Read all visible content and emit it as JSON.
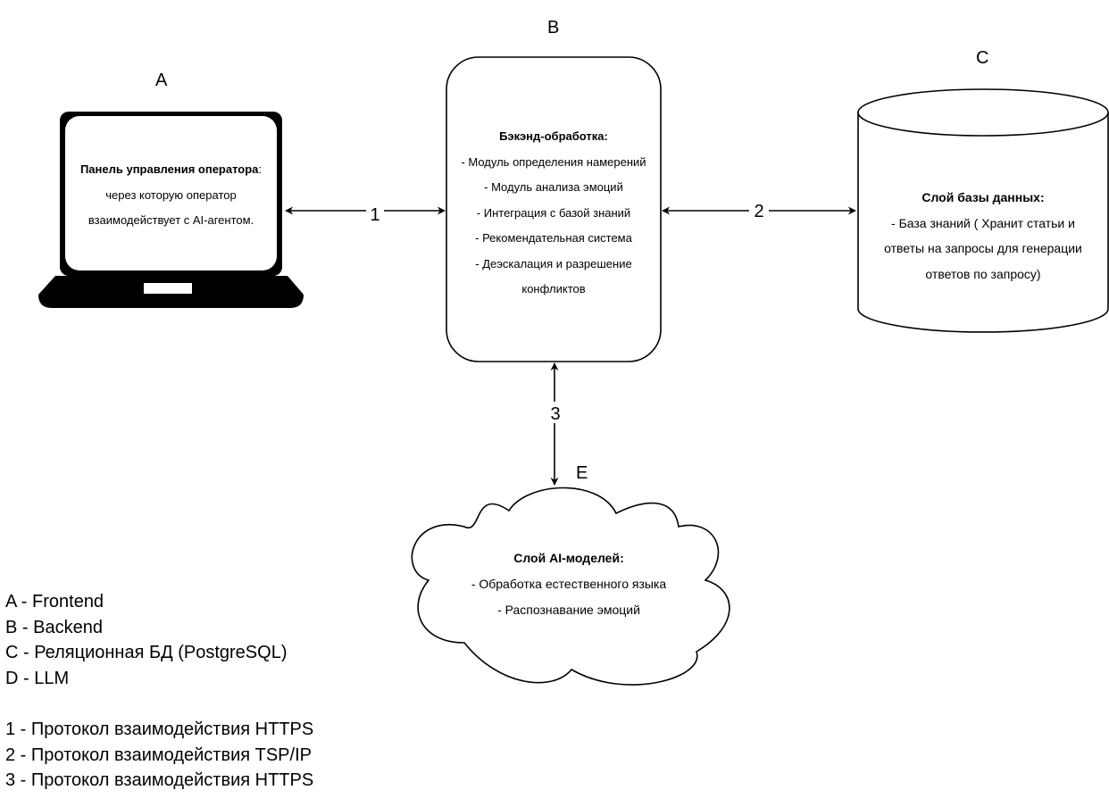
{
  "nodes": {
    "a": {
      "letter": "A",
      "title": "Панель управления оператора",
      "title_suffix": ":",
      "lines": [
        "через которую оператор",
        "взаимодействует с AI-агентом."
      ]
    },
    "b": {
      "letter": "B",
      "title": "Бэкэнд-обработка:",
      "lines": [
        "- Модуль определения намерений",
        "- Модуль анализа эмоций",
        "- Интеграция с базой знаний",
        "-  Рекомендательная система",
        "- Деэскалация и разрешение",
        "конфликтов"
      ]
    },
    "c": {
      "letter": "C",
      "title": "Слой базы данных:",
      "lines": [
        "- База знаний ( Хранит статьи и",
        "ответы на запросы для генерации",
        "ответов по запросу)"
      ]
    },
    "e": {
      "letter": "E",
      "title": "Слой AI-моделей:",
      "lines": [
        "- Обработка естественного языка",
        "- Распознавание эмоций"
      ]
    }
  },
  "edges": {
    "ab": {
      "label": "1"
    },
    "bc": {
      "label": "2"
    },
    "be": {
      "label": "3"
    }
  },
  "legend": {
    "components": [
      "A - Frontend",
      "B - Backend",
      "C - Реляционная БД (PostgreSQL)",
      "D - LLM"
    ],
    "protocols": [
      "1 - Протокол взаимодействия HTTPS",
      "2 - Протокол взаимодействия TSP/IP",
      "3 - Протокол взаимодействия HTTPS"
    ]
  }
}
